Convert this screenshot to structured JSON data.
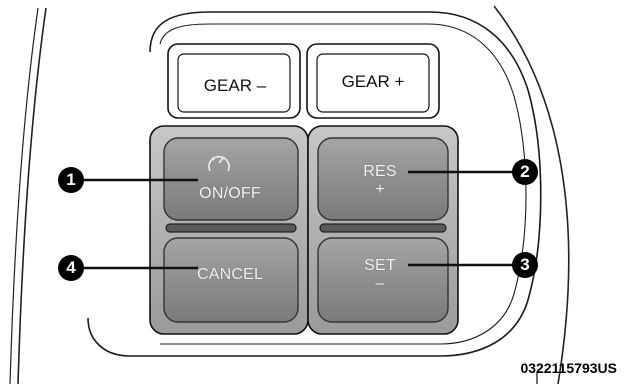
{
  "gear_buttons": {
    "gear_minus": "GEAR",
    "gear_minus_symbol": "–",
    "gear_plus": "GEAR",
    "gear_plus_symbol": "+"
  },
  "cruise_buttons": {
    "on_off_icon": "speedometer-icon",
    "on_off_label": "ON/OFF",
    "res_label": "RES",
    "res_symbol": "+",
    "set_label": "SET",
    "set_symbol": "–",
    "cancel_label": "CANCEL"
  },
  "callouts": [
    "1",
    "2",
    "3",
    "4"
  ],
  "reference_code": "0322115793US",
  "colors": {
    "button_fill": "#8f8f8f",
    "panel_fill": "#b5b5b5",
    "callout_fill": "#000000",
    "line_color": "#111111"
  }
}
